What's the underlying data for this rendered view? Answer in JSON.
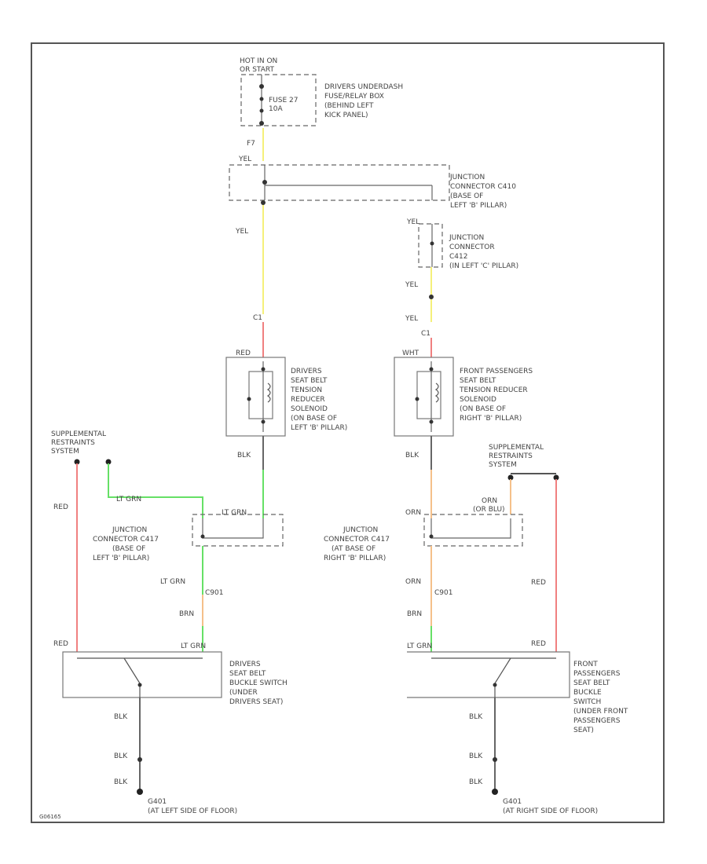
{
  "colors": {
    "yel": "#f5f07a",
    "red": "#f08080",
    "ltgrn": "#66e066",
    "orn": "#f5c08a",
    "blk": "#666666"
  },
  "labels": {
    "hot_in_on": [
      "HOT IN ON",
      "OR START"
    ],
    "fusebox": [
      "DRIVERS UNDERDASH",
      "FUSE/RELAY BOX",
      "(BEHIND LEFT",
      "KICK PANEL)"
    ],
    "fuse": [
      "FUSE 27",
      "10A"
    ],
    "f7": "F7",
    "yel": "YEL",
    "red": "RED",
    "wht": "WHT",
    "blk": "BLK",
    "ltgrn": "LT GRN",
    "orn": "ORN",
    "orn_or_blu": [
      "ORN",
      "(OR BLU)"
    ],
    "brn": "BRN",
    "c412": "C412",
    "c901": "C901",
    "c1": "C1",
    "jc410": [
      "JUNCTION",
      "CONNECTOR C410",
      "(BASE OF",
      "LEFT 'B' PILLAR)"
    ],
    "jc412": [
      "JUNCTION",
      "CONNECTOR",
      "C412",
      "(IN LEFT 'C' PILLAR)"
    ],
    "driver_solenoid": [
      "DRIVERS",
      "SEAT BELT",
      "TENSION",
      "REDUCER",
      "SOLENOID",
      "(ON BASE OF",
      "LEFT 'B' PILLAR)"
    ],
    "passenger_solenoid": [
      "FRONT PASSENGERS",
      "SEAT BELT",
      "TENSION REDUCER",
      "SOLENOID",
      "(ON BASE OF",
      "RIGHT 'B' PILLAR)"
    ],
    "srs": [
      "SUPPLEMENTAL",
      "RESTRAINTS",
      "SYSTEM"
    ],
    "jc_left_b": [
      "JUNCTION",
      "CONNECTOR C417",
      "(BASE OF",
      "LEFT 'B' PILLAR)"
    ],
    "jc_right_b": [
      "JUNCTION",
      "CONNECTOR C417",
      "(AT BASE OF",
      "RIGHT 'B' PILLAR)"
    ],
    "driver_buckle": [
      "DRIVERS",
      "SEAT BELT",
      "BUCKLE SWITCH",
      "(UNDER",
      "DRIVERS SEAT)"
    ],
    "passenger_buckle": [
      "FRONT",
      "PASSENGERS",
      "SEAT BELT",
      "BUCKLE",
      "SWITCH",
      "(UNDER FRONT",
      "PASSENGERS",
      "SEAT)"
    ],
    "g401": [
      "G401",
      "(AT LEFT SIDE OF FLOOR)"
    ],
    "g402": [
      "G401",
      "(AT RIGHT SIDE OF FLOOR)"
    ],
    "figure_id": "G06165"
  }
}
